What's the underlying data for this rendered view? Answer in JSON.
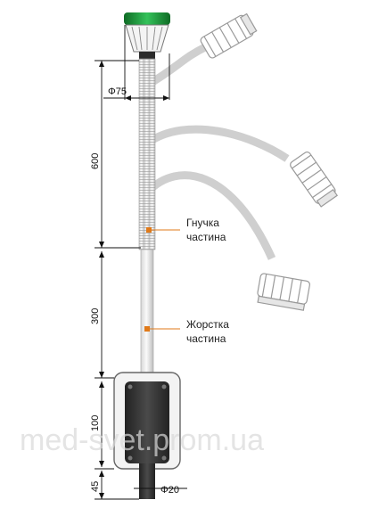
{
  "dimensions": {
    "diameter_head": "Φ75",
    "flexible_length": "600",
    "rigid_length": "300",
    "base_height": "100",
    "bottom_height": "45",
    "diameter_pipe": "Φ20"
  },
  "labels": {
    "flexible_line1": "Гнучка",
    "flexible_line2": "частина",
    "rigid_line1": "Жорстка",
    "rigid_line2": "частина"
  },
  "watermark": "med-svet.prom.ua",
  "colors": {
    "accent_green": "#1e9a3a",
    "pointer_orange": "#e07a1a",
    "base_dark": "#3a3a3a",
    "ghost": "#cfcfcf"
  }
}
